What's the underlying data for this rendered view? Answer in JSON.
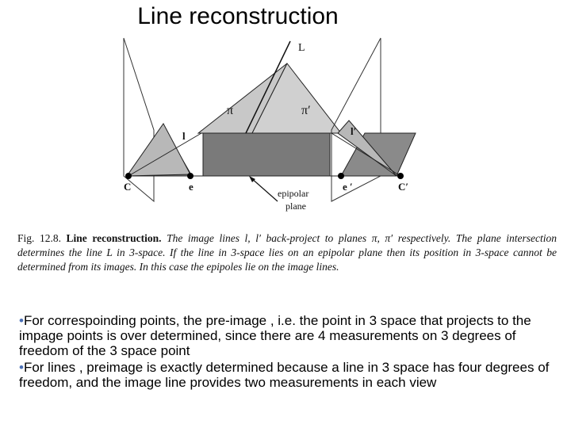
{
  "title": "Line reconstruction",
  "figure": {
    "labels": {
      "L": "L",
      "pi": "π",
      "pi_prime": "π′",
      "l": "l",
      "l_prime": "l′",
      "C": "C",
      "e": "e",
      "e_prime": "e ′",
      "C_prime": "C′",
      "epipolar_line1": "epipolar",
      "epipolar_line2": "plane"
    },
    "colors": {
      "light_gray": "#c8c8c8",
      "mid_gray": "#9a9a9a",
      "dark_gray": "#7a7a7a",
      "stroke": "#222222"
    }
  },
  "caption": {
    "label": "Fig. 12.8.",
    "heading": "Line reconstruction.",
    "text": "The image lines l, l′ back-project to planes π, π′ respectively. The plane intersection determines the line L in 3-space. If the line in 3-space lies on an epipolar plane then its position in 3-space cannot be determined from its images. In this case the epipoles lie on the image lines."
  },
  "bullets": [
    {
      "mark": "•",
      "text": "For correspoinding points, the pre-image , i.e. the point in 3 space that projects to the impage points is over determined, since there are 4 measurements on 3 degrees of freedom of the 3 space point"
    },
    {
      "mark": "•",
      "text": "For lines , preimage is exactly determined because a line in 3 space has four degrees of freedom, and the image line provides two measurements in each view"
    }
  ]
}
